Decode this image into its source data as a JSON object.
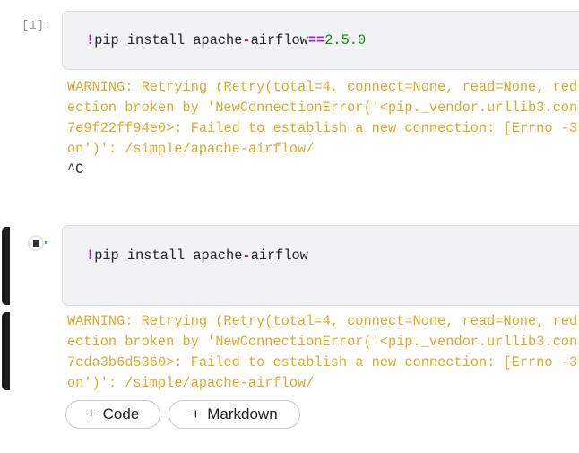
{
  "cells": [
    {
      "prompt": "[1]:",
      "code": {
        "bang": "!",
        "part1": "pip install apache",
        "dash": "-",
        "part2": "airflow",
        "op": "==",
        "version": "2.5.0"
      },
      "output": [
        "WARNING: Retrying (Retry(total=4, connect=None, read=None, red",
        "ection broken by 'NewConnectionError('<pip._vendor.urllib3.con",
        "7e9f22ff94e0>: Failed to establish a new connection: [Errno -3",
        "on')': /simple/apache-airflow/"
      ],
      "interrupt": "^C"
    },
    {
      "code": {
        "bang": "!",
        "part1": "pip install apache",
        "dash": "-",
        "part2": "airflow"
      },
      "output": [
        "WARNING: Retrying (Retry(total=4, connect=None, read=None, red",
        "ection broken by 'NewConnectionError('<pip._vendor.urllib3.con",
        "7cda3b6d5360>: Failed to establish a new connection: [Errno -3",
        "on')': /simple/apache-airflow/"
      ]
    }
  ],
  "buttons": {
    "plus": "+",
    "code": "Code",
    "markdown": "Markdown"
  },
  "colors": {
    "warning": "#e0a82a",
    "keyword": "#a020f0",
    "number": "#0a8a0a"
  }
}
